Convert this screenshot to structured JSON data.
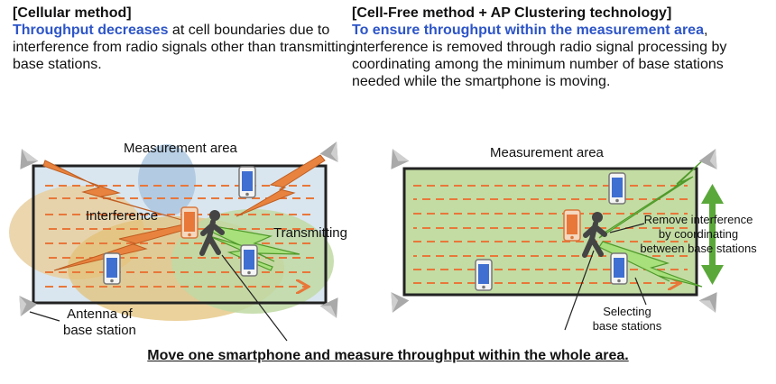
{
  "left_panel": {
    "heading": "[Cellular method]",
    "highlight": "Throughput decreases",
    "description": " at cell boundaries due to interference from radio signals other than transmitting base stations.",
    "area_label": "Measurement area",
    "interference_label": "Interference",
    "transmitting_label": "Transmitting",
    "antenna_label_line1": "Antenna of",
    "antenna_label_line2": "base station"
  },
  "right_panel": {
    "heading": "[Cell-Free method + AP Clustering technology]",
    "highlight": "To ensure throughput within the measurement area",
    "description": ", interference is removed through radio signal processing by coordinating among the minimum number of base stations needed while the smartphone is moving.",
    "area_label": "Measurement area",
    "remove_label_line1": "Remove interference",
    "remove_label_line2": "by coordinating",
    "remove_label_line3": "between base stations",
    "selecting_label_line1": "Selecting",
    "selecting_label_line2": "base stations"
  },
  "caption": "Move one smartphone and measure throughput within the whole area.",
  "colors": {
    "highlight_blue": "#2d55c8",
    "route_orange": "#e8773a",
    "area_green": "#c3dca3",
    "arrow_green": "#5aa83a"
  }
}
